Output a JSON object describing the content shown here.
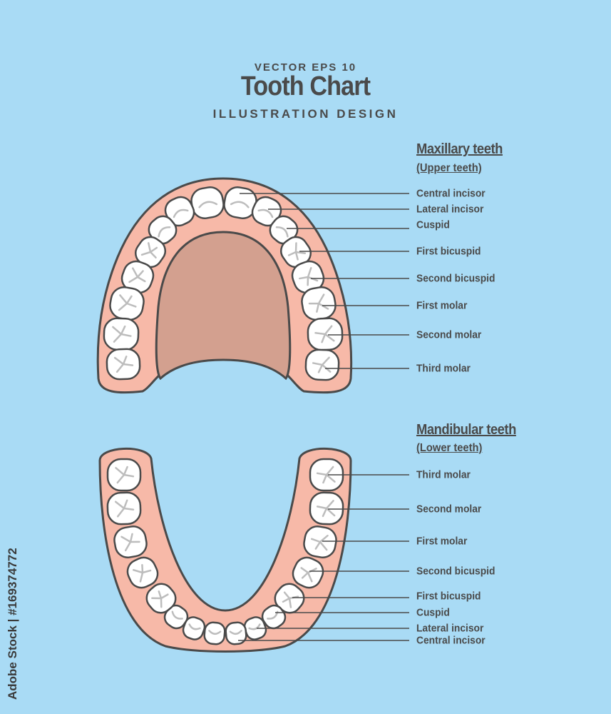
{
  "header": {
    "top_line": "VECTOR EPS 10",
    "title": "Tooth Chart",
    "sub_line": "ILLUSTRATION DESIGN"
  },
  "maxillary": {
    "title": "Maxillary teeth",
    "subtitle": "(Upper teeth)",
    "labels": [
      "Central incisor",
      "Lateral incisor",
      "Cuspid",
      "First bicuspid",
      "Second bicuspid",
      "First molar",
      "Second molar",
      "Third molar"
    ]
  },
  "mandibular": {
    "title": "Mandibular teeth",
    "subtitle": "(Lower teeth)",
    "labels": [
      "Third molar",
      "Second molar",
      "First molar",
      "Second bicuspid",
      "First bicuspid",
      "Cuspid",
      "Lateral incisor",
      "Central incisor"
    ]
  },
  "watermark": "Adobe Stock | #169374772",
  "colors": {
    "background": "#a9dbf5",
    "gum": "#f7b9a8",
    "palate": "#d3a08f",
    "tooth": "#ffffff",
    "outline": "#4a4a4a"
  }
}
